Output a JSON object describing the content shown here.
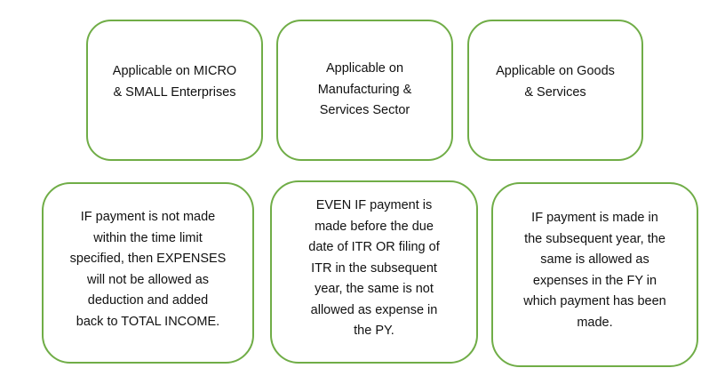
{
  "colors": {
    "border": "#70ad47",
    "text": "#111111"
  },
  "boxes": [
    {
      "lines": [
        "Applicable on MICRO",
        "& SMALL Enterprises"
      ]
    },
    {
      "lines": [
        "Applicable on",
        "Manufacturing &",
        "Services Sector"
      ]
    },
    {
      "lines": [
        "Applicable on Goods",
        "& Services"
      ]
    },
    {
      "lines": [
        "IF payment is not made",
        "within the time limit",
        "specified, then EXPENSES",
        "will not be allowed as",
        "deduction and added",
        "back to TOTAL INCOME."
      ]
    },
    {
      "lines": [
        "EVEN IF payment is",
        "made before the due",
        "date of ITR OR filing of",
        "ITR in the subsequent",
        "year, the same is not",
        "allowed as expense in",
        "the PY."
      ]
    },
    {
      "lines": [
        "IF payment is made in",
        "the subsequent  year, the",
        "same is allowed as",
        "expenses in the FY in",
        "which payment  has been",
        "made."
      ]
    }
  ]
}
